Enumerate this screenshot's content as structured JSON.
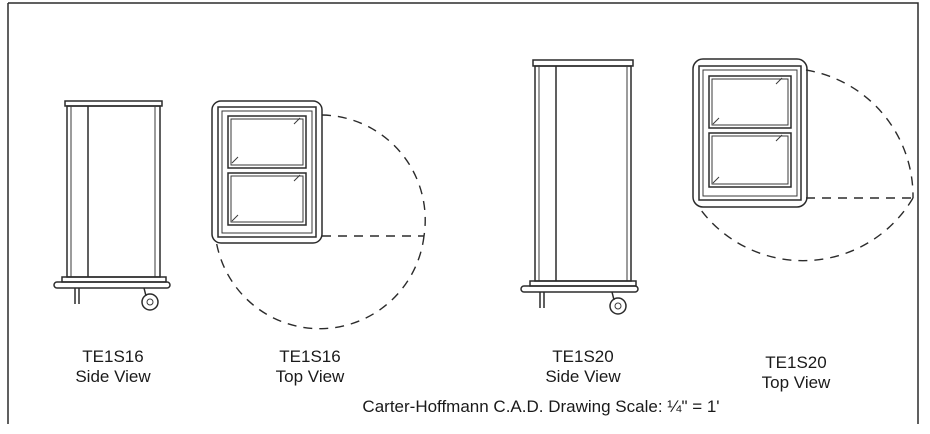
{
  "drawings": [
    {
      "model": "TE1S16",
      "view": "Side View"
    },
    {
      "model": "TE1S16",
      "view": "Top View"
    },
    {
      "model": "TE1S20",
      "view": "Side View"
    },
    {
      "model": "TE1S20",
      "view": "Top View"
    }
  ],
  "footer": {
    "scale_note": "Carter-Hoffmann C.A.D. Drawing Scale: ¼\" = 1'"
  }
}
